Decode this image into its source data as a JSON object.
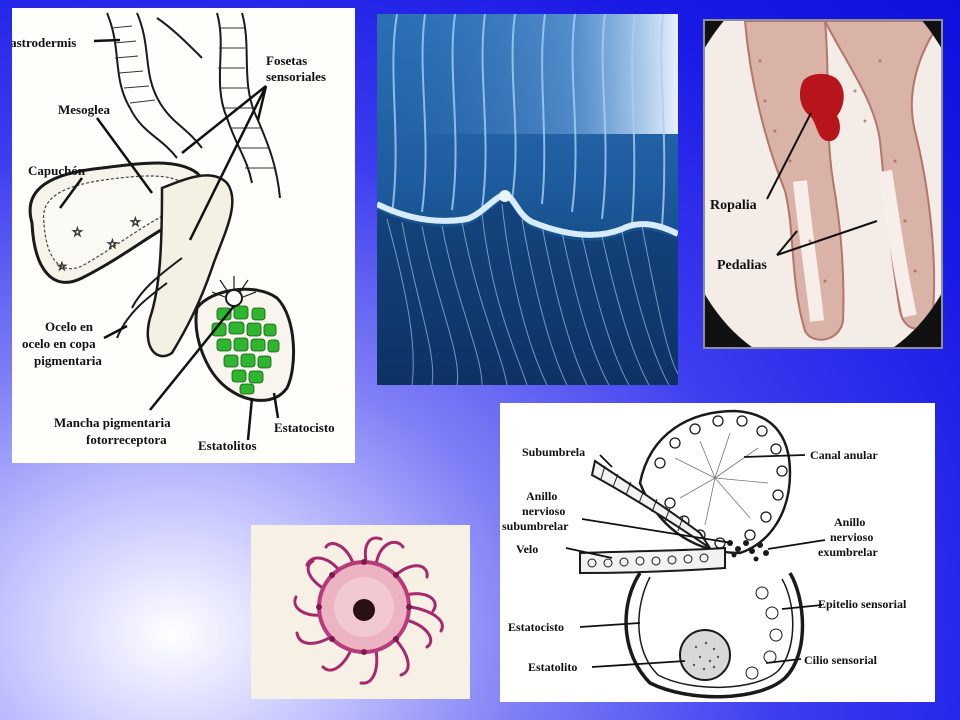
{
  "rhopalium_diagram": {
    "labels": {
      "gastrodermis": "Gastrodermis",
      "fosetas": [
        "Fosetas",
        "sensoriales"
      ],
      "mesoglea": "Mesoglea",
      "capuchon": "Capuchón",
      "ocelo": [
        "Ocelo en",
        "ocelo en copa",
        "pigmentaria"
      ],
      "mancha": [
        "Mancha pigmentaria",
        "fotorreceptora"
      ],
      "estatocisto": "Estatocisto",
      "estatolitos": "Estatolitos"
    },
    "colors": {
      "statoliths": "#2fb52f",
      "ink": "#1a1a1a"
    }
  },
  "jellyfish_photo": {
    "colors": {
      "water": "#1f5a9a",
      "highlight": "#c9e6ff"
    }
  },
  "micrograph": {
    "labels": {
      "ropalia": "Ropalia",
      "pedalias": "Pedalias"
    },
    "colors": {
      "tissue": "#c98a80",
      "pigment": "#b8141c"
    }
  },
  "larva_photo": {
    "colors": {
      "body": "#e8a9b8",
      "tentacle": "#a8286e"
    }
  },
  "statocyst_diagram": {
    "labels": {
      "subumbrela": "Subumbrela",
      "canal": "Canal anular",
      "anillo_sub": [
        "Anillo",
        "nervioso",
        "subumbrelar"
      ],
      "anillo_exu": [
        "Anillo",
        "nervioso",
        "exumbrelar"
      ],
      "velo": "Velo",
      "epitelio": "Epitelio sensorial",
      "estatocisto": "Estatocisto",
      "cilio": "Cilio sensorial",
      "estatolito": "Estatolito"
    }
  }
}
